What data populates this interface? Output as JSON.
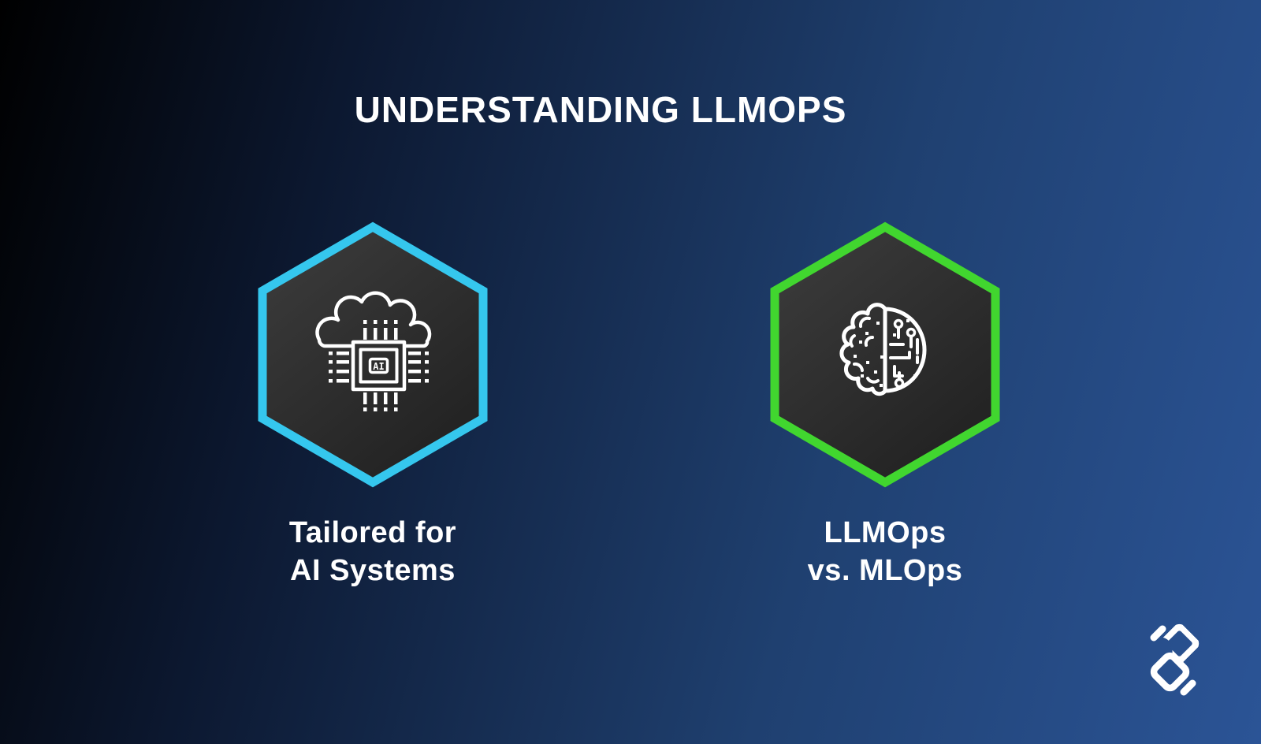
{
  "title": "UNDERSTANDING LLMOPS",
  "cards": [
    {
      "label_line1": "Tailored for",
      "label_line2": "AI Systems",
      "border_color": "#35c7ee",
      "icon": "cloud-ai-chip-icon",
      "chip_label": "AI"
    },
    {
      "label_line1": "LLMOps",
      "label_line2": "vs. MLOps",
      "border_color": "#41d62f",
      "icon": "brain-circuit-icon"
    }
  ],
  "colors": {
    "background_start": "#000000",
    "background_end": "#2b5496",
    "hexagon_fill_light": "#3d3d3d",
    "hexagon_fill_dark": "#222222",
    "text": "#ffffff",
    "icon_stroke": "#ffffff",
    "logo": "#ffffff"
  },
  "logo_icon": "interlocked-diamonds-logo"
}
